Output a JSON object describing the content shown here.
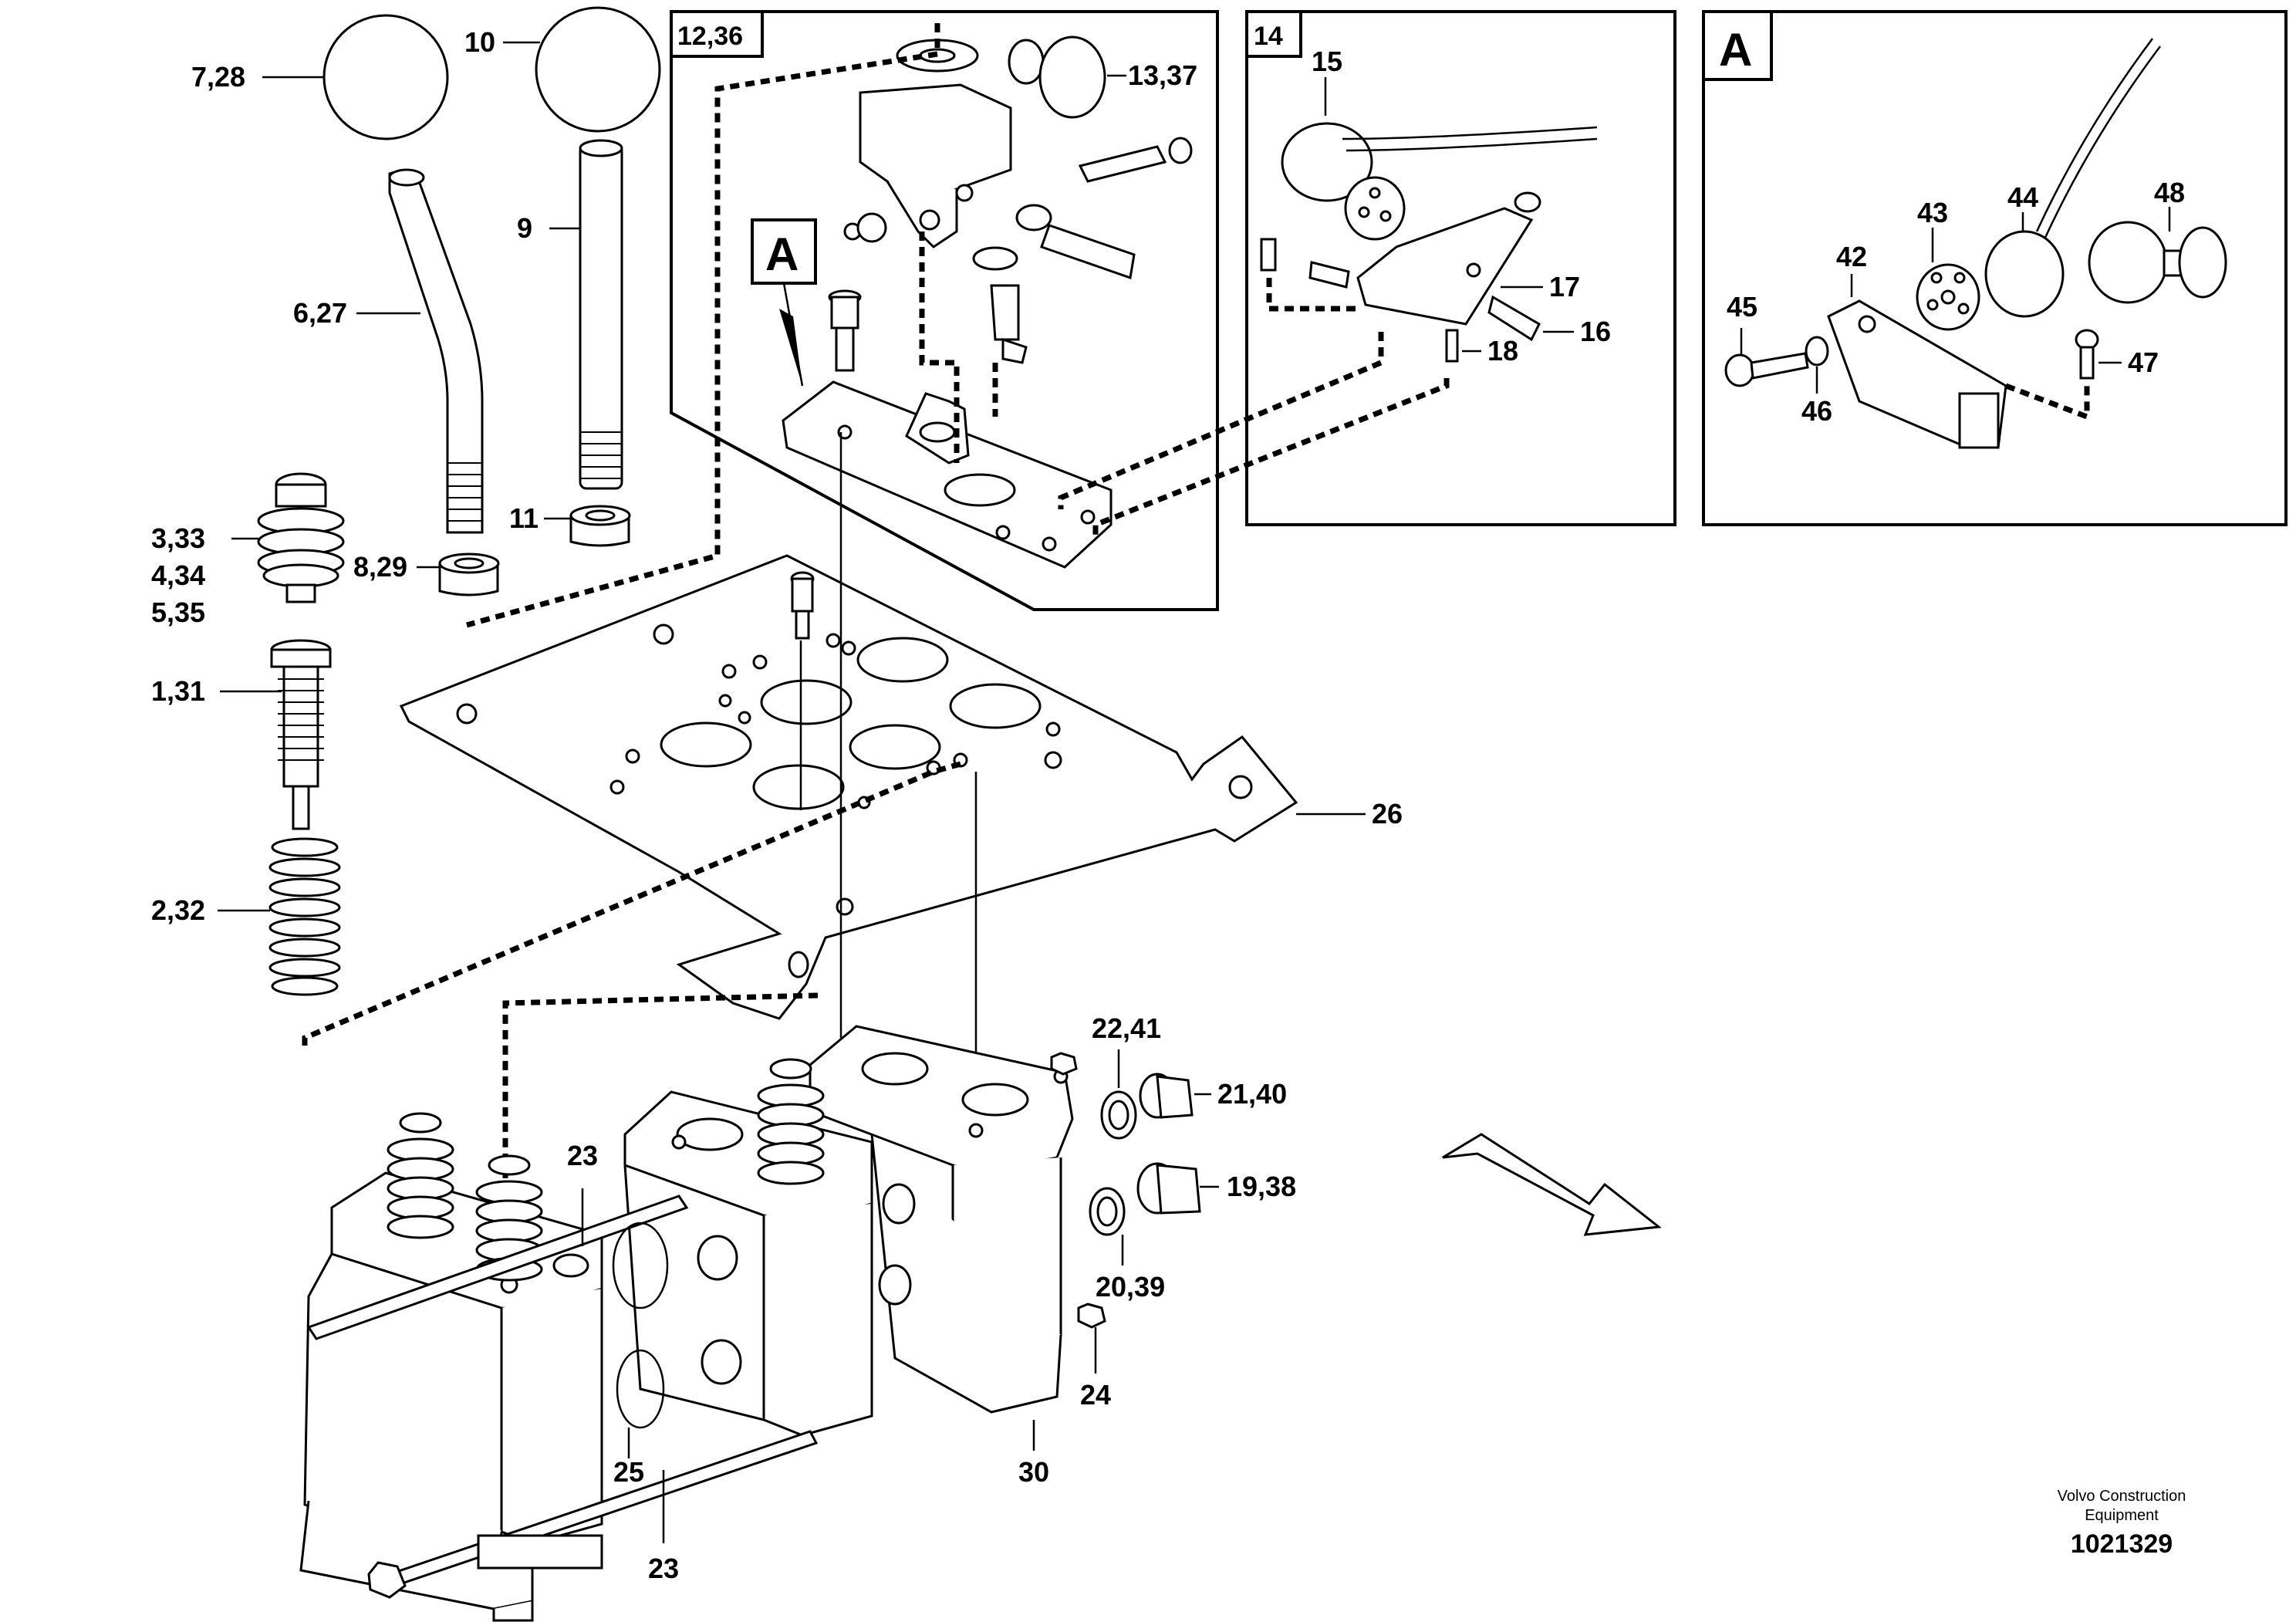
{
  "callouts": {
    "c_7_28": "7,28",
    "c_10": "10",
    "c_9": "9",
    "c_6_27": "6,27",
    "c_11": "11",
    "c_8_29": "8,29",
    "c_3_33": "3,33",
    "c_4_34": "4,34",
    "c_5_35": "5,35",
    "c_1_31": "1,31",
    "c_2_32": "2,32",
    "c_12_36": "12,36",
    "c_13_37": "13,37",
    "c_A_main": "A",
    "c_14": "14",
    "c_15": "15",
    "c_17": "17",
    "c_16": "16",
    "c_18": "18",
    "c_A_detail": "A",
    "c_42": "42",
    "c_43": "43",
    "c_44": "44",
    "c_48": "48",
    "c_45": "45",
    "c_46": "46",
    "c_47": "47",
    "c_26": "26",
    "c_22_41": "22,41",
    "c_21_40": "21,40",
    "c_19_38": "19,38",
    "c_20_39": "20,39",
    "c_23_top": "23",
    "c_23_bottom": "23",
    "c_24": "24",
    "c_25": "25",
    "c_30": "30"
  },
  "footer": {
    "company_line1": "Volvo Construction",
    "company_line2": "Equipment",
    "drawing_number": "1021329"
  }
}
